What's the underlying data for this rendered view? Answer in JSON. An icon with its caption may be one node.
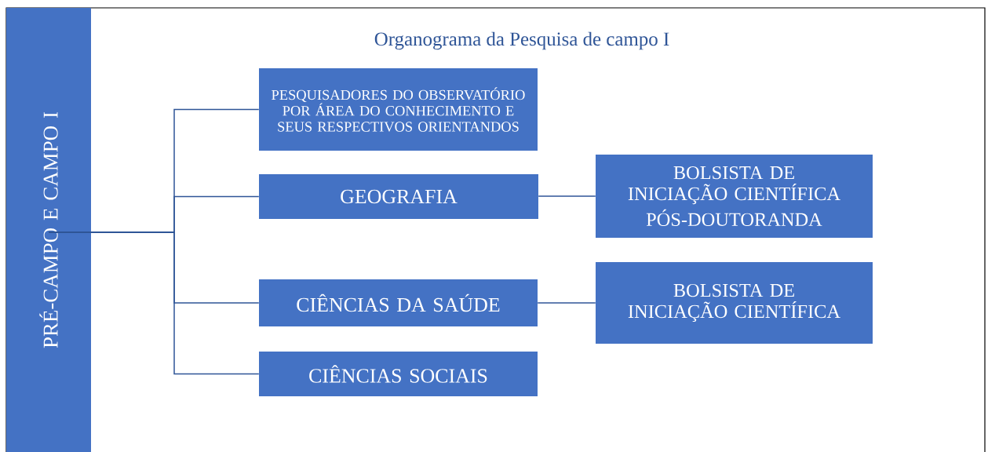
{
  "diagram": {
    "title": "Organograma da Pesquisa de campo I",
    "nodes": [
      {
        "text": [
          "PRÉ-CAMPO E CAMPO I"
        ]
      },
      {
        "text": [
          "PESQUISADORES DO OBSERVATÓRIO POR ÁREA DO CONHECIMENTO E SEUS RESPECTIVOS ORIENTANDOS"
        ]
      },
      {
        "text": [
          "GEOGRAFIA"
        ]
      },
      {
        "text": [
          "BOLSISTA DE INICIAÇÃO CIENTÍFICA",
          "PÓS-DOUTORANDA"
        ]
      },
      {
        "text": [
          "CIÊNCIAS DA SAÚDE"
        ]
      },
      {
        "text": [
          "BOLSISTA DE INICIAÇÃO CIENTÍFICA"
        ]
      },
      {
        "text": [
          "CIÊNCIAS SOCIAIS"
        ]
      }
    ],
    "edges": [
      {
        "from": 0,
        "to": 1,
        "arrow": "none"
      },
      {
        "from": 0,
        "to": 2,
        "arrow": "none"
      },
      {
        "from": 0,
        "to": 4,
        "arrow": "none"
      },
      {
        "from": 0,
        "to": 6,
        "arrow": "none"
      },
      {
        "from": 2,
        "to": 3,
        "arrow": "none"
      },
      {
        "from": 4,
        "to": 5,
        "arrow": "none"
      }
    ]
  }
}
